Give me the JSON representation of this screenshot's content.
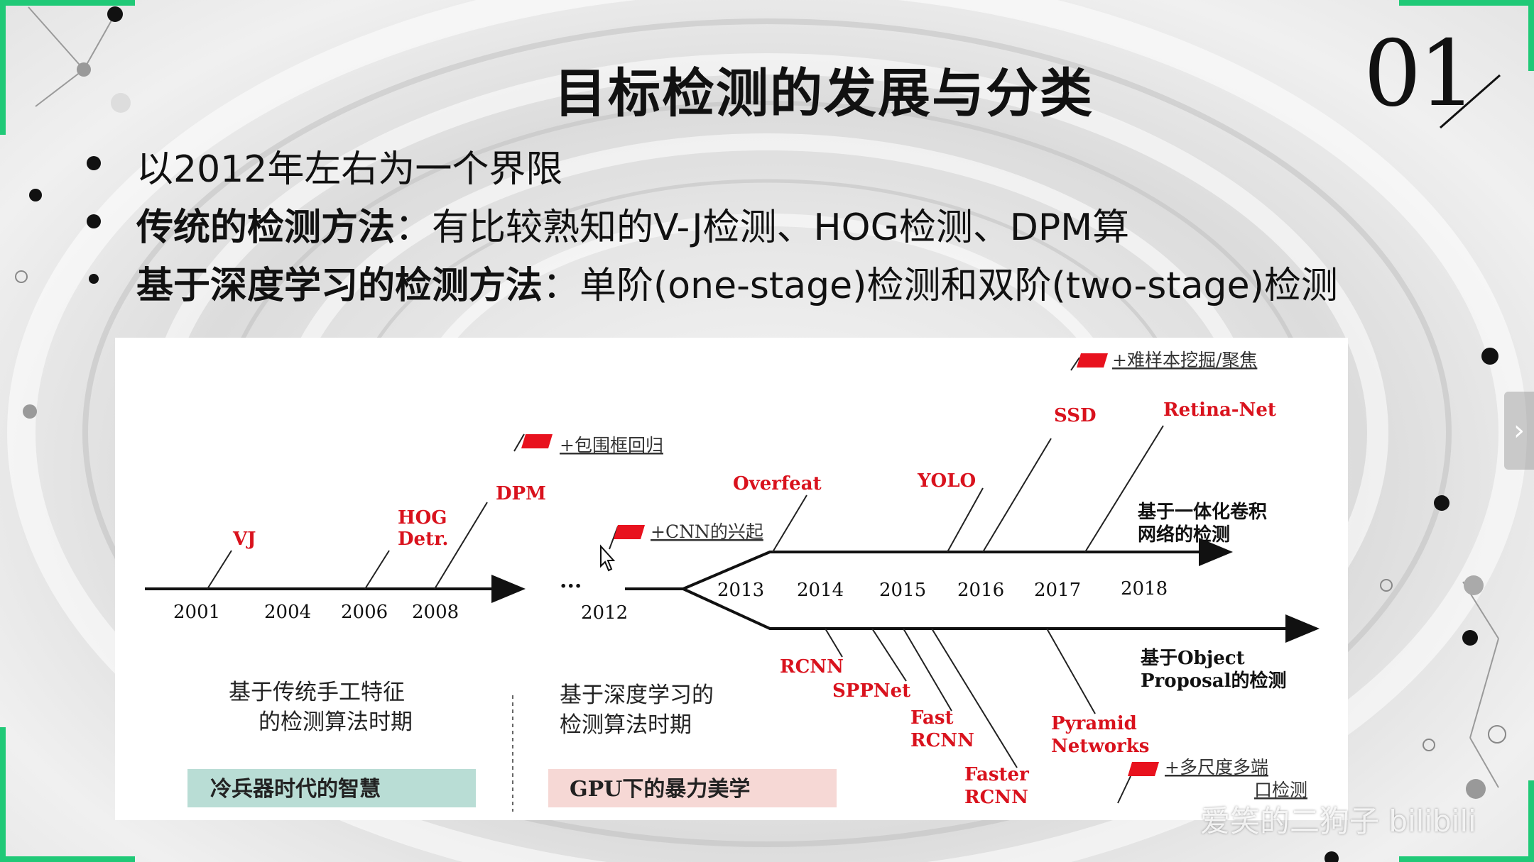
{
  "title": "目标检测的发展与分类",
  "slide_number": "01",
  "bullets": [
    {
      "bold": "",
      "text": "以2012年左右为一个界限"
    },
    {
      "bold": "传统的检测方法",
      "text": "：有比较熟知的V-J检测、HOG检测、DPM算"
    },
    {
      "bold": "基于深度学习的检测方法",
      "text": "：单阶(one-stage)检测和双阶(two-stage)检测"
    }
  ],
  "diagram": {
    "traditional_years": [
      "2001",
      "2004",
      "2006",
      "2008"
    ],
    "ellipsis": "...",
    "pivot_year": "2012",
    "dl_years": [
      "2013",
      "2014",
      "2015",
      "2016",
      "2017",
      "2018"
    ],
    "methods_traditional": {
      "vj": "VJ",
      "hog_line1": "HOG",
      "hog_line2": "Detr.",
      "dpm": "DPM"
    },
    "methods_one_stage": {
      "overfeat": "Overfeat",
      "yolo": "YOLO",
      "ssd": "SSD",
      "retina": "Retina-Net"
    },
    "methods_two_stage": {
      "rcnn": "RCNN",
      "sppnet": "SPPNet",
      "fast_line1": "Fast",
      "fast_line2": "RCNN",
      "faster_line1": "Faster",
      "faster_line2": "RCNN",
      "pyramid_line1": "Pyramid",
      "pyramid_line2": "Networks"
    },
    "flag_notes": {
      "bbox": "+包围框回归",
      "cnn": "+CNN的兴起",
      "hard": "+难样本挖掘/聚焦",
      "multiscale_line1": "+多尺度多端",
      "multiscale_line2": "口检测"
    },
    "branch_labels": {
      "one_stage_line1": "基于一体化卷积",
      "one_stage_line2": "网络的检测",
      "two_stage_line1": "基于Object",
      "two_stage_line2": "Proposal的检测"
    },
    "era_traditional": {
      "line1": "基于传统手工特征",
      "line2": "的检测算法时期"
    },
    "era_deep": {
      "line1": "基于深度学习的",
      "line2": "检测算法时期"
    },
    "era_tags": {
      "cold_weapon": "冷兵器时代的智慧",
      "gpu": "GPU下的暴力美学"
    },
    "colors": {
      "method": "#d9121d",
      "flag": "#e8121e",
      "tag_green": "#b9ddd5",
      "tag_pink": "#f6d8d5"
    }
  },
  "watermark": "爱笑的二狗子 bilibili",
  "nav": {
    "next_icon": "›"
  }
}
